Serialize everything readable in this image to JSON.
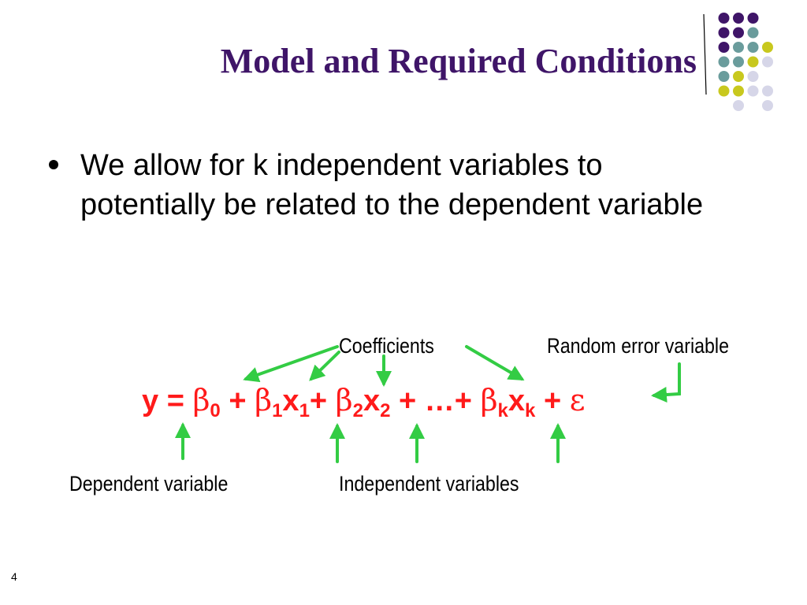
{
  "slide": {
    "title": "Model and Required Conditions",
    "bullet": "We allow for k independent variables to potentially be related to the dependent variable",
    "page_number": "4"
  },
  "labels": {
    "coefficients": "Coefficients",
    "random_error": "Random error variable",
    "dependent": "Dependent variable",
    "independent": "Independent variables"
  },
  "equation": {
    "y": "y",
    "eq": " = ",
    "beta": "β",
    "b0_sub": "0",
    "plus1": " + ",
    "b1_sub": "1",
    "x": "x",
    "x1_sub": "1",
    "plus2": "+ ",
    "b2_sub": "2",
    "x2_sub": "2",
    "plus_dots": " + …+ ",
    "bk_sub": "k",
    "xk_sub": "k",
    "plus_last": " + ",
    "epsilon": "ε"
  },
  "colors": {
    "title": "#3f1568",
    "equation": "#ff1a1a",
    "arrow": "#33cc44",
    "dot_purple": "#3f1568",
    "dot_teal": "#6a9c9c",
    "dot_olive": "#c8c81e",
    "dot_lavender": "#d6d6e8"
  },
  "decoration": {
    "dot_grid_colors": [
      [
        "",
        "purple",
        "purple",
        "purple",
        ""
      ],
      [
        "",
        "purple",
        "purple",
        "teal",
        ""
      ],
      [
        "",
        "purple",
        "teal",
        "teal",
        "olive"
      ],
      [
        "",
        "teal",
        "teal",
        "olive",
        "lavender"
      ],
      [
        "",
        "teal",
        "olive",
        "lavender",
        ""
      ],
      [
        "",
        "olive",
        "olive",
        "lavender",
        "lavender"
      ],
      [
        "",
        "",
        "lavender",
        "",
        "lavender"
      ]
    ]
  }
}
